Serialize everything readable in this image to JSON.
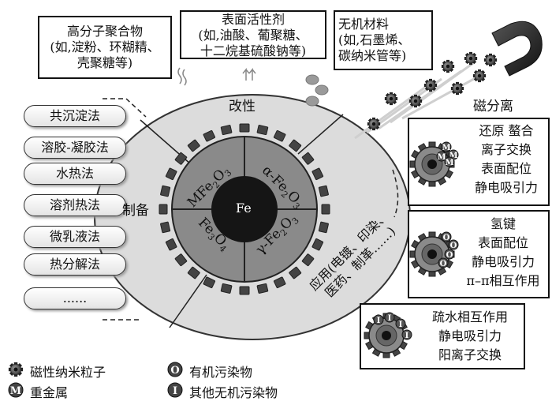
{
  "modifiers": {
    "polymer": {
      "lines": [
        "高分子聚合物",
        "(如,淀粉、环糊精、",
        "壳聚糖等)"
      ]
    },
    "surfactant": {
      "lines": [
        "表面活性剂",
        "(如,油酸、葡聚糖、",
        "十二烷基硫酸钠等)"
      ]
    },
    "inorganic": {
      "lines": [
        "无机材料",
        "(如,石墨烯、",
        "碳纳米管等)"
      ]
    }
  },
  "methods": [
    "共沉淀法",
    "溶胶-凝胶法",
    "水热法",
    "溶剂热法",
    "微乳液法",
    "热分解法",
    "......"
  ],
  "labels": {
    "modification": "改性",
    "preparation": "制备",
    "magnetic_separation": "磁分离",
    "application": [
      "应用(电镀、印染、",
      "医药、制革……)"
    ]
  },
  "core": {
    "center": "Fe"
  },
  "mechanisms": {
    "heavy_metal": [
      "还原 螯合",
      "离子交换",
      "表面配位",
      "静电吸引力"
    ],
    "organic": [
      "氢键",
      "表面配位",
      "静电吸引力",
      "π–π相互作用"
    ],
    "inorganic": [
      "疏水相互作用",
      "静电吸引力",
      "阳离子交换"
    ]
  },
  "particle_markers": {
    "metal": "M",
    "organic": "O",
    "inorganic": "I"
  },
  "legend": {
    "magnetic_np": "磁性纳米粒子",
    "heavy_metal": "重金属",
    "organic_pollutant": "有机污染物",
    "inorganic_pollutant": "其他无机污染物"
  }
}
